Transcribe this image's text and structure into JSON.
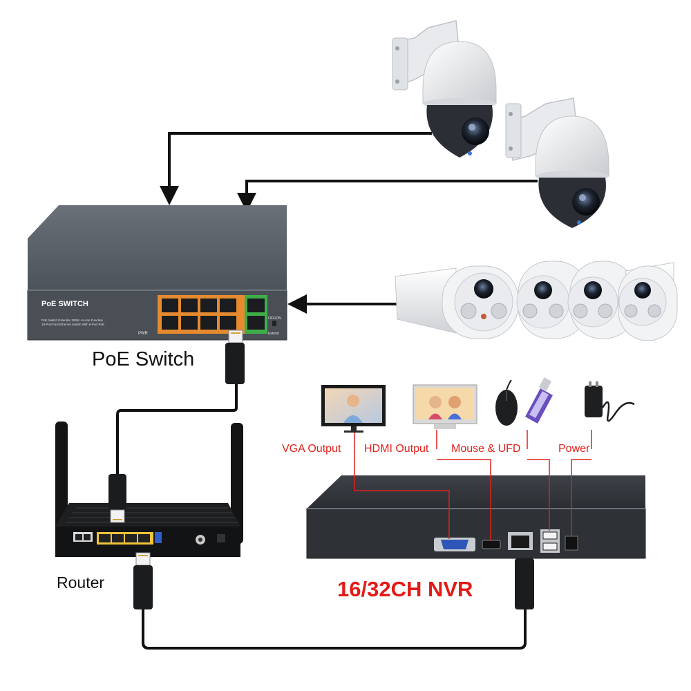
{
  "diagram": {
    "poe_switch": {
      "caption": "PoE Switch",
      "front_text": "PoE SWITCH",
      "small_text_1": "PoE Switch Extender 250M +V-Lan Function",
      "small_text_2": "10-Port Fast Ethernet Switch With 8-Port PoE",
      "pwr_text": "PWR",
      "onoff_text": "OFF/ON",
      "extend_text": "Extend"
    },
    "router": {
      "caption": "Router"
    },
    "nvr": {
      "caption": "16/32CH NVR"
    },
    "outputs": {
      "vga": "VGA Output",
      "hdmi": "HDMI Output",
      "mouse": "Mouse & UFD",
      "power": "Power"
    },
    "colors": {
      "device_body": "#4a4f55",
      "device_top": "#5e646b",
      "port_orange": "#e58a2e",
      "port_green": "#3fae49",
      "label_red": "#e0201b",
      "title_red": "#e21b17",
      "cable": "#111111",
      "connector_line": "#e0201b"
    },
    "icons": [
      "ptz-camera-icon",
      "bullet-camera-icon",
      "monitor-icon",
      "mouse-icon",
      "usb-drive-icon",
      "power-adapter-icon",
      "rj45-plug-icon",
      "arrow-icon"
    ]
  }
}
